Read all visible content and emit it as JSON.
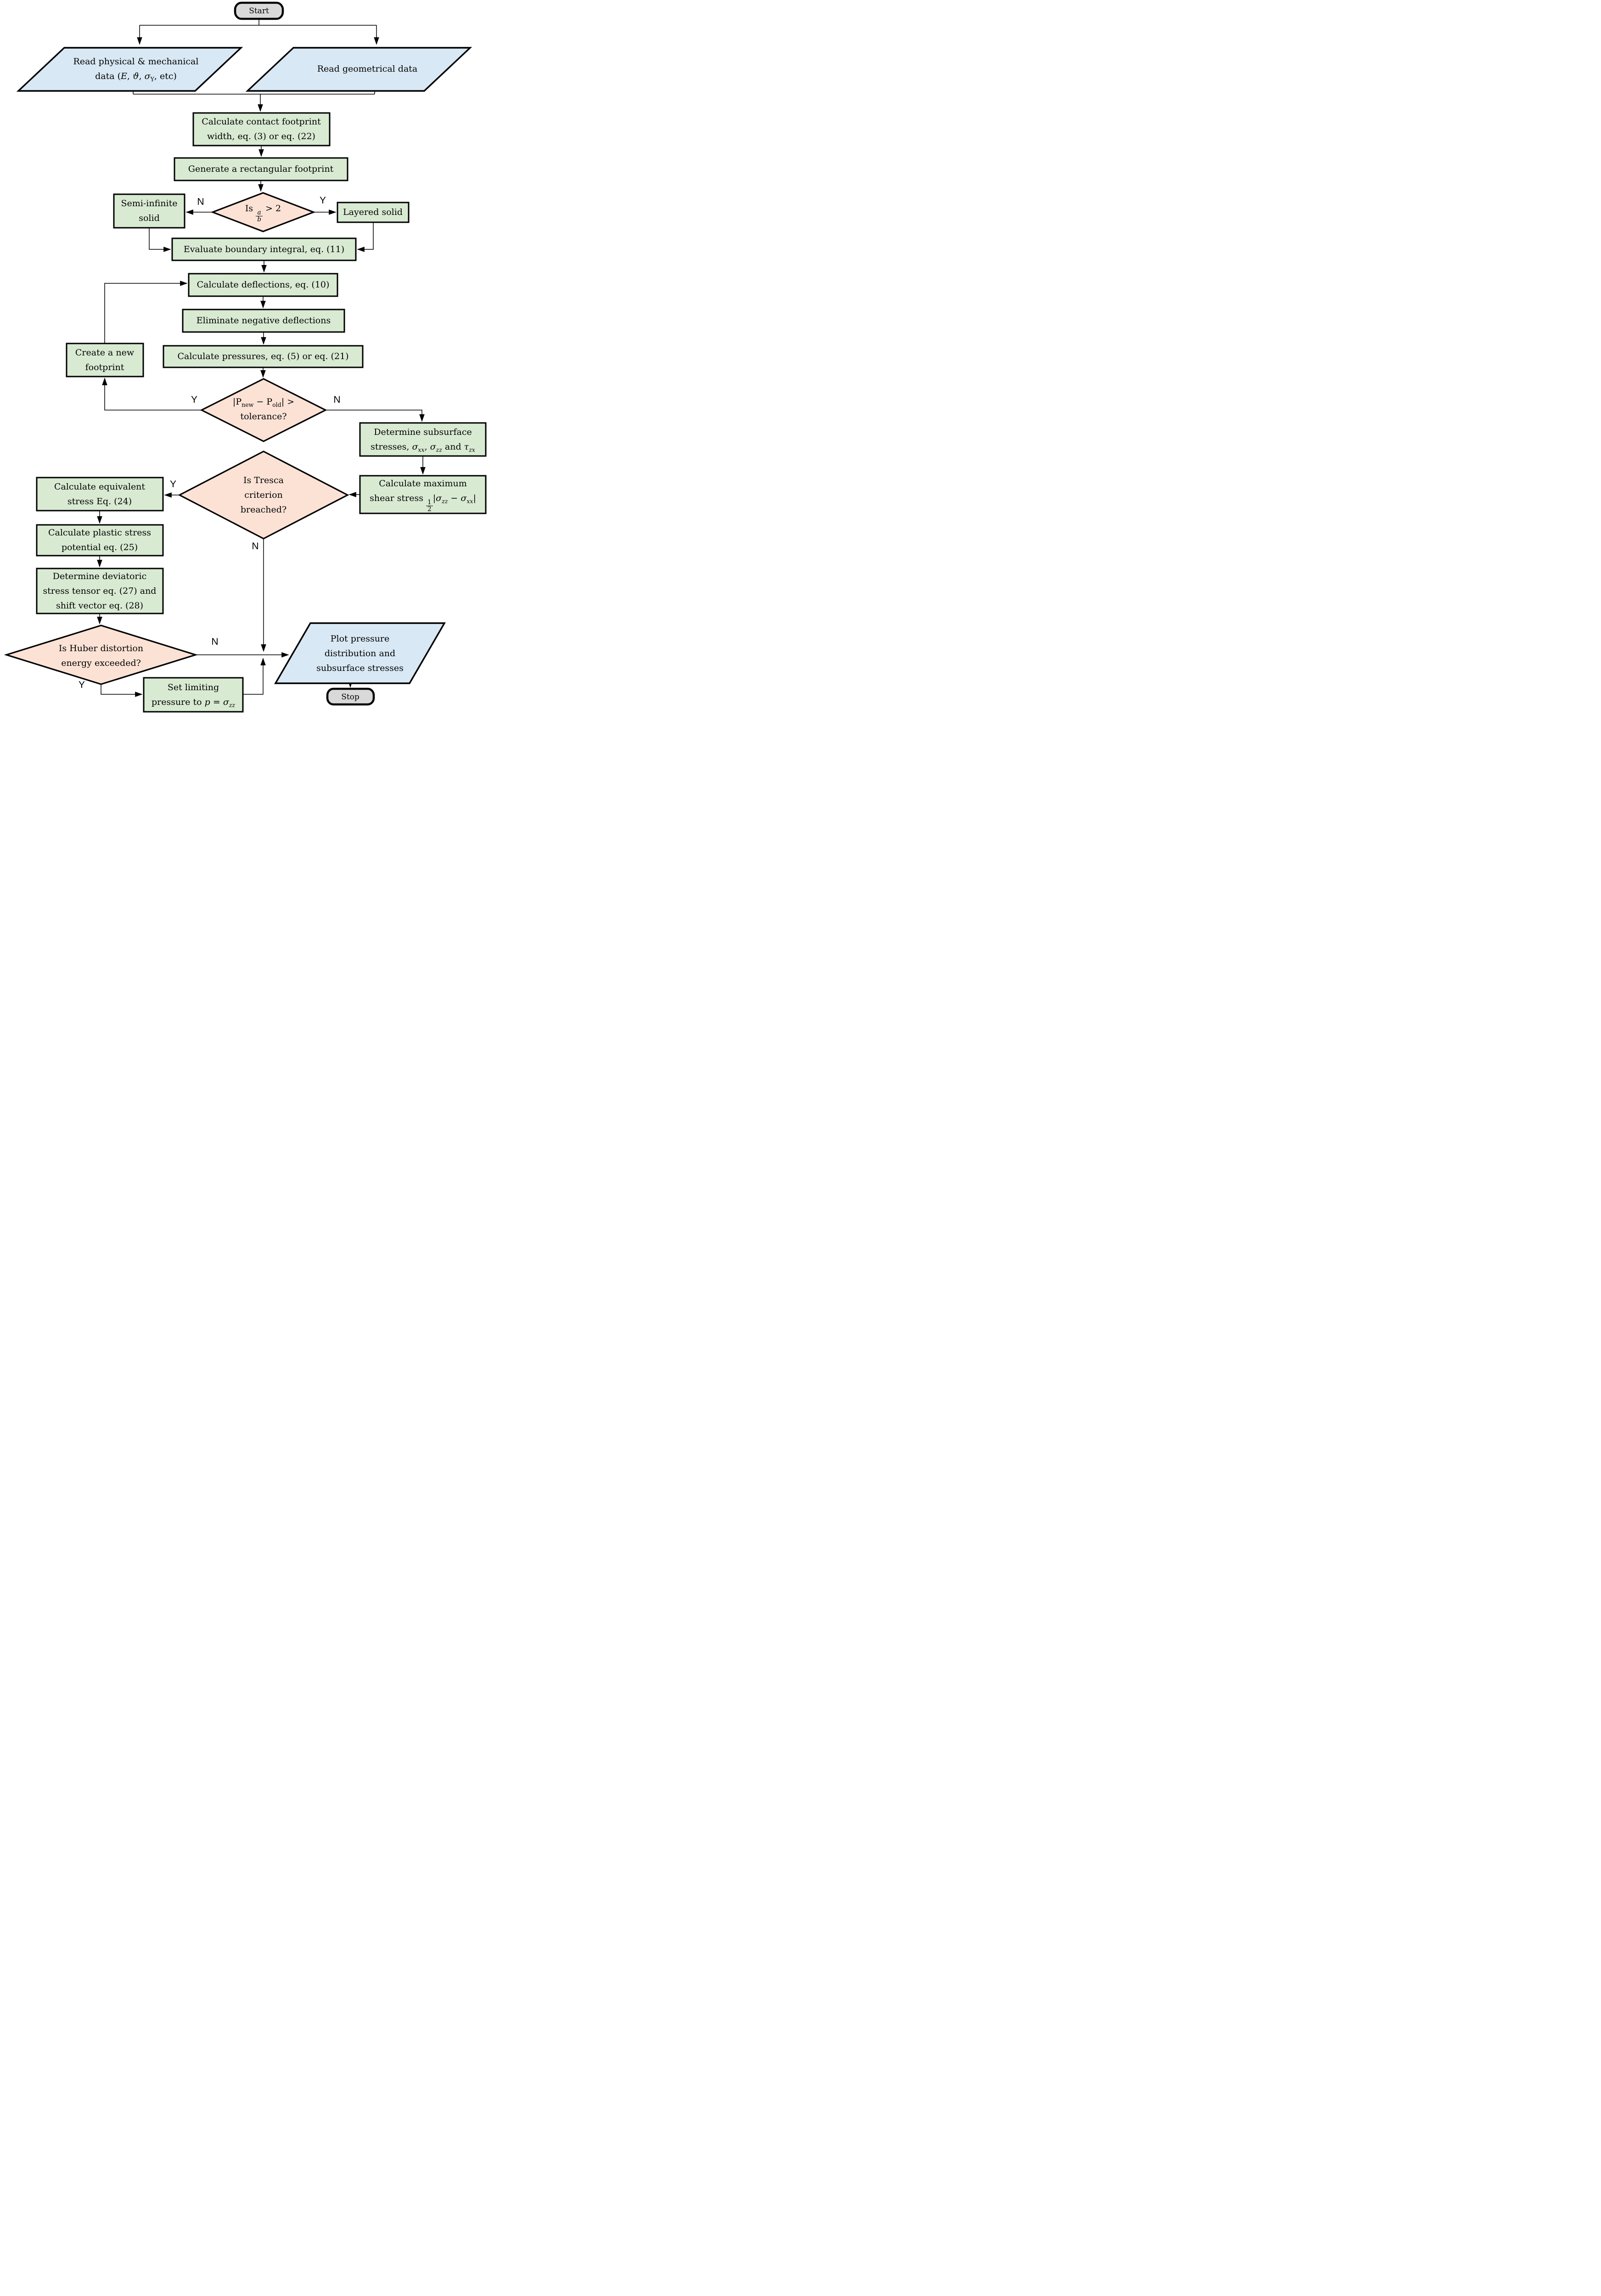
{
  "diagram": {
    "type": "flowchart",
    "description": "Contact mechanics solution algorithm flowchart"
  },
  "palette": {
    "process_fill": "#d9ead3",
    "io_fill": "#d8e8f4",
    "decision_fill": "#fbe2d5",
    "terminator_fill": "#d9d9d9",
    "border": "#000000"
  },
  "nodes": {
    "start": {
      "type": "terminator",
      "label": "Start"
    },
    "read_physical": {
      "type": "input",
      "label": "Read physical & mechanical\ndata (*E*, *ϑ*, *σ*_{Y}, etc)"
    },
    "read_geometrical": {
      "type": "input",
      "label": "Read geometrical data"
    },
    "calc_footprint": {
      "type": "process",
      "label": "Calculate contact footprint\nwidth, eq. (3) or eq. (22)"
    },
    "gen_footprint": {
      "type": "process",
      "label": "Generate a rectangular footprint"
    },
    "ab_decision": {
      "type": "decision",
      "label": "Is \\frac{*a*}{*b*} >  2"
    },
    "semi_infinite": {
      "type": "process",
      "label": "Semi-infinite\nsolid"
    },
    "layered": {
      "type": "process",
      "label": "Layered solid"
    },
    "eval_boundary": {
      "type": "process",
      "label": "Evaluate boundary integral, eq. (11)"
    },
    "calc_deflections": {
      "type": "process",
      "label": "Calculate deflections, eq. (10)"
    },
    "elim_negative": {
      "type": "process",
      "label": "Eliminate negative deflections"
    },
    "calc_pressures": {
      "type": "process",
      "label": "Calculate pressures, eq. (5) or eq. (21)"
    },
    "create_footprint": {
      "type": "process",
      "label": "Create a new\nfootprint"
    },
    "tolerance_decision": {
      "type": "decision",
      "label": "|P_{new} − P_{old}| >\ntolerance?"
    },
    "det_subsurface": {
      "type": "process",
      "label": "Determine subsurface\nstresses, *σ*_{*xx*}, *σ*_{*zz*} and *τ*_{*zx*}"
    },
    "calc_shear": {
      "type": "process",
      "label": "Calculate maximum\nshear stress \\frac{1}{2}|*σ*_{*zz*} − *σ*_{*xx*}|"
    },
    "tresca_decision": {
      "type": "decision",
      "label": "Is Tresca\ncriterion\nbreached?"
    },
    "calc_equiv": {
      "type": "process",
      "label": "Calculate equivalent\nstress Eq. (24)"
    },
    "calc_plastic": {
      "type": "process",
      "label": "Calculate plastic stress\npotential eq. (25)"
    },
    "det_deviatoric": {
      "type": "process",
      "label": "Determine deviatoric\nstress tensor eq. (27) and\nshift vector eq. (28)"
    },
    "huber_decision": {
      "type": "decision",
      "label": "Is Huber distortion\nenergy exceeded?"
    },
    "set_limiting": {
      "type": "process",
      "label": "Set limiting\npressure to *p* = *σ*_{*zz*}"
    },
    "plot_results": {
      "type": "output",
      "label": "Plot pressure\ndistribution and\nsubsurface stresses"
    },
    "stop": {
      "type": "terminator",
      "label": "Stop"
    }
  },
  "edges": {
    "ab_no": "N",
    "ab_yes": "Y",
    "tolerance_yes": "Y",
    "tolerance_no": "N",
    "tresca_yes": "Y",
    "tresca_no": "N",
    "huber_no": "N",
    "huber_yes": "Y"
  }
}
